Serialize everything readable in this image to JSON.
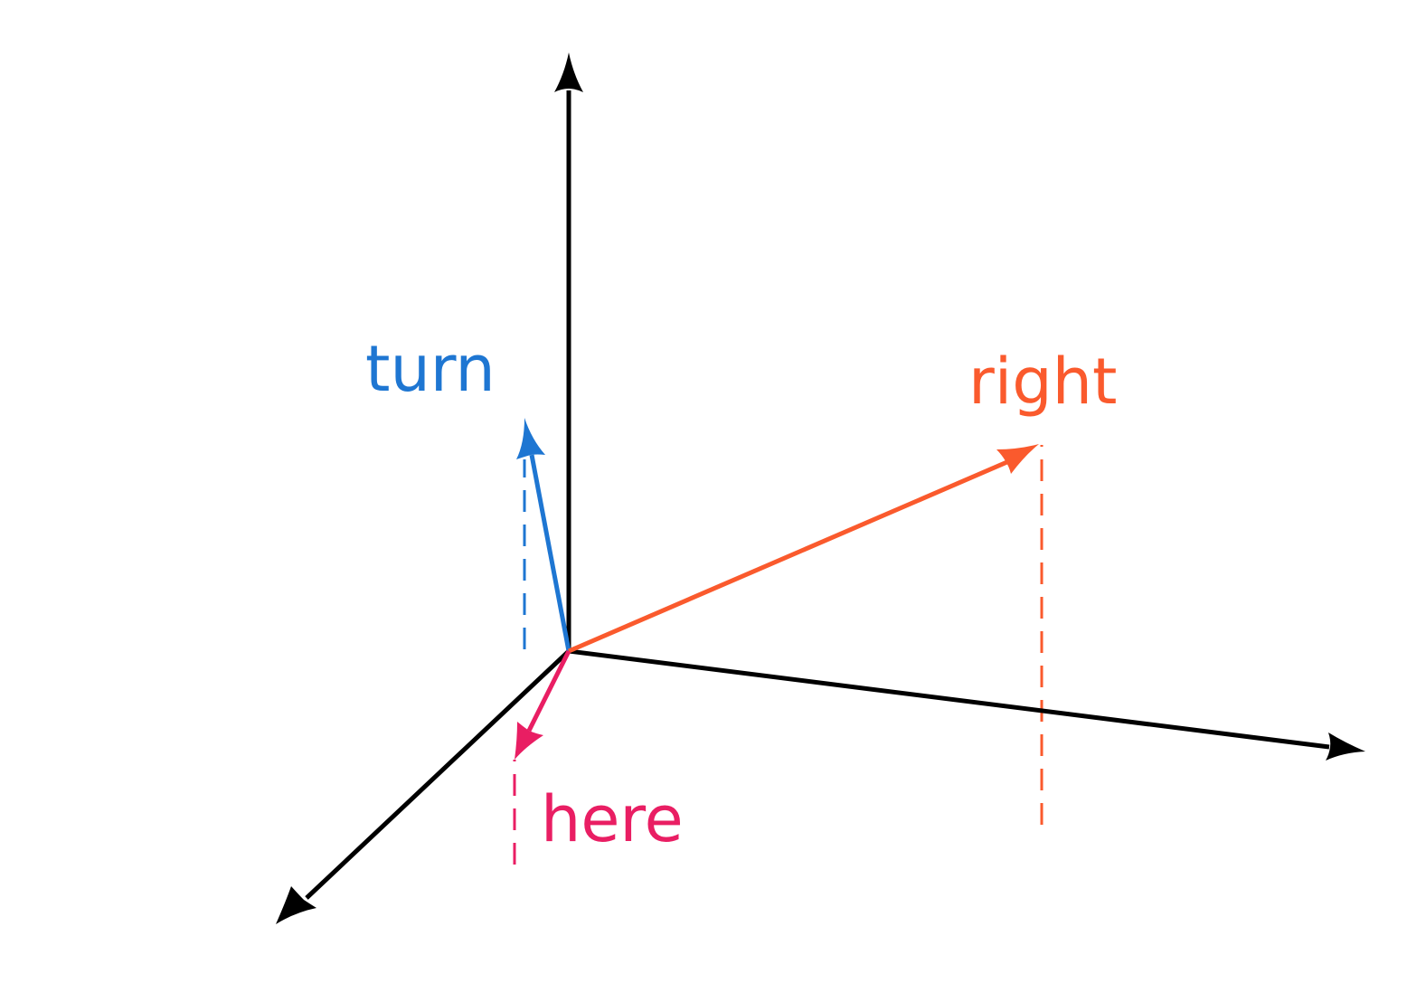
{
  "diagram": {
    "axes": [
      "up",
      "right",
      "toward-viewer"
    ],
    "vectors": [
      {
        "label": "turn",
        "color": "#1e76d2"
      },
      {
        "label": "right",
        "color": "#fa5a2d"
      },
      {
        "label": "here",
        "color": "#e91e63"
      }
    ]
  }
}
